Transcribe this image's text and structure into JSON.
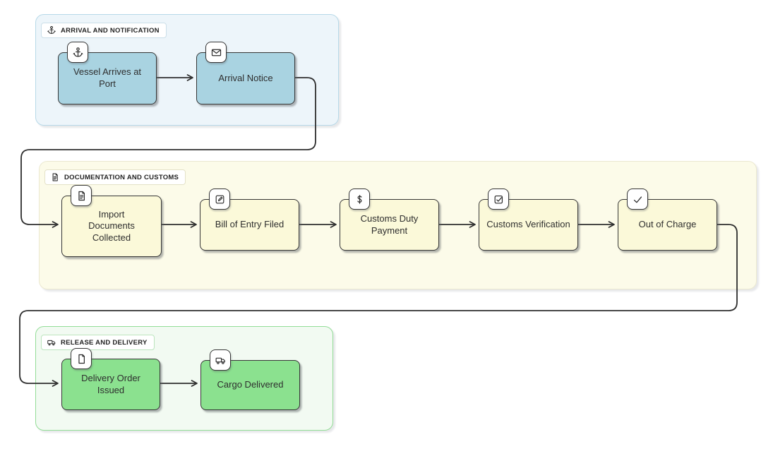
{
  "diagram": {
    "type": "flowchart",
    "sections": {
      "arrival": {
        "label": "ARRIVAL AND NOTIFICATION",
        "icon": "anchor-icon",
        "bg": "#edf5fa",
        "border": "#b7d9e8",
        "node_fill": "#a9d3e1"
      },
      "customs": {
        "label": "DOCUMENTATION AND CUSTOMS",
        "icon": "document-icon",
        "bg": "#fcfbe9",
        "border": "#ebe8d0",
        "node_fill": "#fbf9d9"
      },
      "delivery": {
        "label": "RELEASE AND DELIVERY",
        "icon": "truck-icon",
        "bg": "#f2faf2",
        "border": "#93dd97",
        "node_fill": "#8be18f"
      }
    },
    "nodes": {
      "vessel_arrives": {
        "label": "Vessel Arrives at Port",
        "icon": "anchor-icon",
        "section": "arrival"
      },
      "arrival_notice": {
        "label": "Arrival Notice",
        "icon": "envelope-icon",
        "section": "arrival"
      },
      "import_documents": {
        "label": "Import Documents Collected",
        "icon": "document-icon",
        "section": "customs"
      },
      "bill_of_entry": {
        "label": "Bill of Entry Filed",
        "icon": "edit-icon",
        "section": "customs"
      },
      "customs_duty": {
        "label": "Customs Duty Payment",
        "icon": "dollar-icon",
        "section": "customs"
      },
      "customs_verification": {
        "label": "Customs Verification",
        "icon": "checkbox-icon",
        "section": "customs"
      },
      "out_of_charge": {
        "label": "Out of Charge",
        "icon": "check-icon",
        "section": "customs"
      },
      "delivery_order": {
        "label": "Delivery Order Issued",
        "icon": "file-icon",
        "section": "delivery"
      },
      "cargo_delivered": {
        "label": "Cargo Delivered",
        "icon": "truck-icon",
        "section": "delivery"
      }
    },
    "flow": [
      {
        "from": "vessel_arrives",
        "to": "arrival_notice"
      },
      {
        "from": "arrival_notice",
        "to": "import_documents"
      },
      {
        "from": "import_documents",
        "to": "bill_of_entry"
      },
      {
        "from": "bill_of_entry",
        "to": "customs_duty"
      },
      {
        "from": "customs_duty",
        "to": "customs_verification"
      },
      {
        "from": "customs_verification",
        "to": "out_of_charge"
      },
      {
        "from": "out_of_charge",
        "to": "delivery_order"
      },
      {
        "from": "delivery_order",
        "to": "cargo_delivered"
      }
    ],
    "colors": {
      "edge_stroke": "#2e2e2e",
      "node_border": "#363636",
      "text": "#2e2e2e",
      "badge_bg": "#ffffff"
    }
  }
}
